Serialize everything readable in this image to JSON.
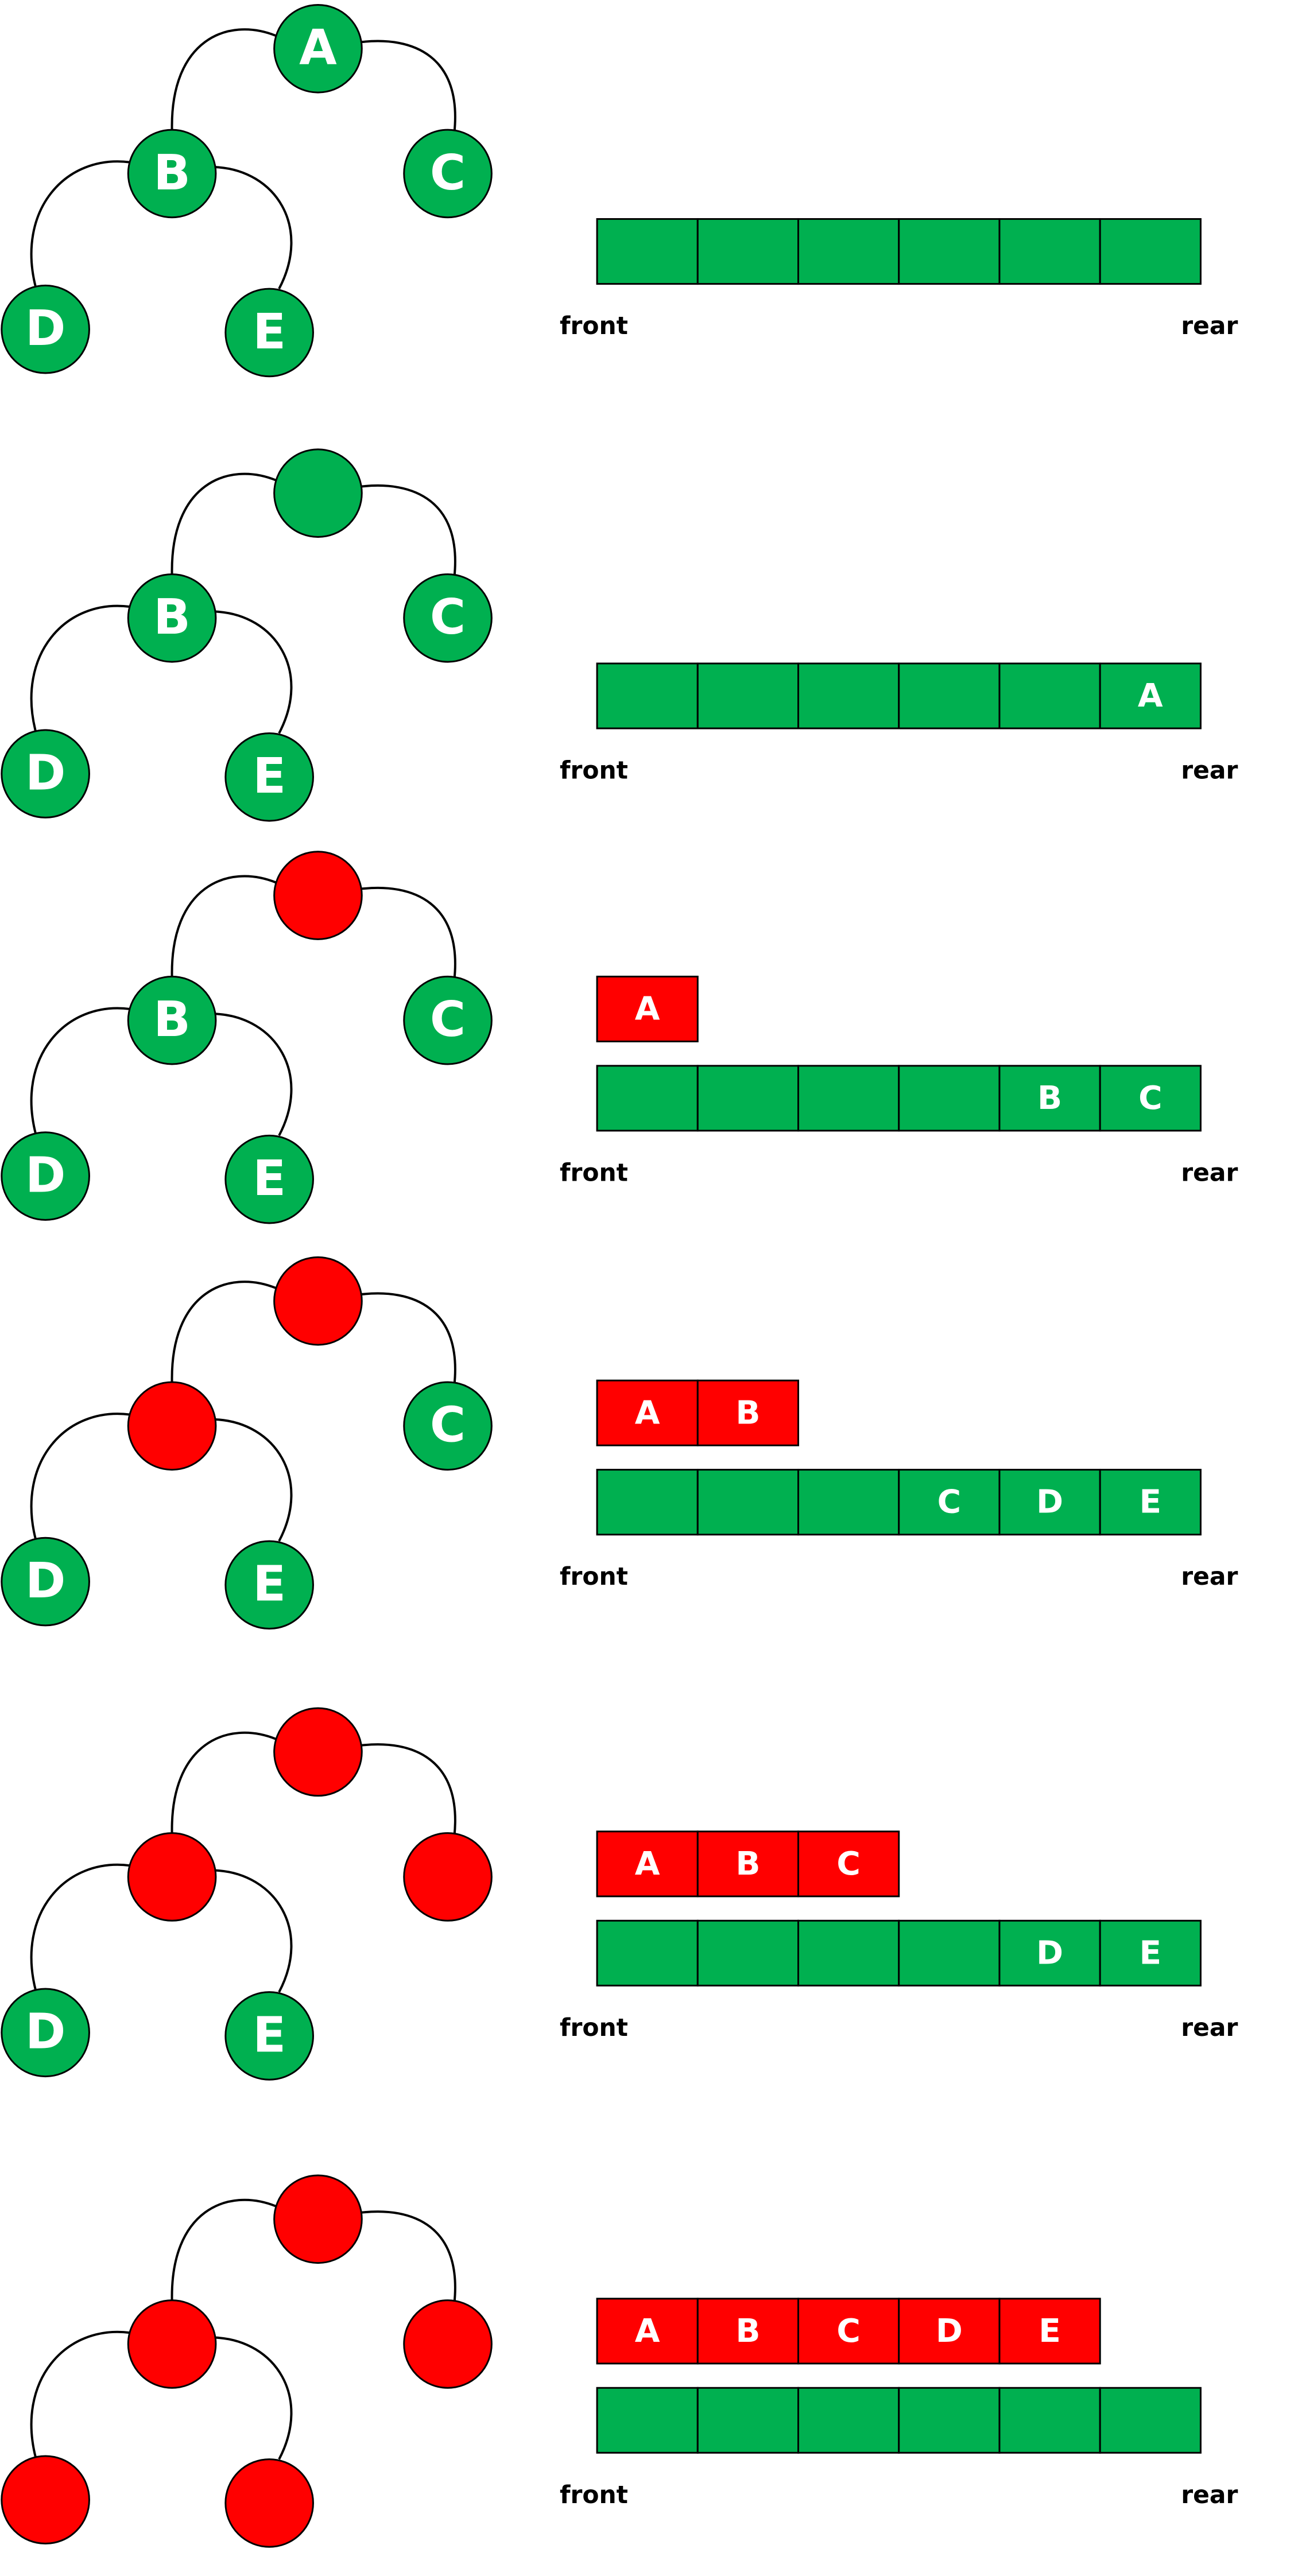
{
  "colors": {
    "unvisited": "#00b050",
    "visited": "#ff0000",
    "edge": "#000000",
    "text": "#ffffff",
    "label": "#000000"
  },
  "labels": {
    "front": "front",
    "rear": "rear"
  },
  "panels": [
    {
      "nodes": {
        "A": {
          "label": "A",
          "state": "unvisited"
        },
        "B": {
          "label": "B",
          "state": "unvisited"
        },
        "C": {
          "label": "C",
          "state": "unvisited"
        },
        "D": {
          "label": "D",
          "state": "unvisited"
        },
        "E": {
          "label": "E",
          "state": "unvisited"
        }
      },
      "visited_output": [],
      "queue": [
        "",
        "",
        "",
        "",
        "",
        ""
      ]
    },
    {
      "nodes": {
        "A": {
          "label": "",
          "state": "unvisited"
        },
        "B": {
          "label": "B",
          "state": "unvisited"
        },
        "C": {
          "label": "C",
          "state": "unvisited"
        },
        "D": {
          "label": "D",
          "state": "unvisited"
        },
        "E": {
          "label": "E",
          "state": "unvisited"
        }
      },
      "visited_output": [],
      "queue": [
        "",
        "",
        "",
        "",
        "",
        "A"
      ]
    },
    {
      "nodes": {
        "A": {
          "label": "",
          "state": "visited"
        },
        "B": {
          "label": "B",
          "state": "unvisited"
        },
        "C": {
          "label": "C",
          "state": "unvisited"
        },
        "D": {
          "label": "D",
          "state": "unvisited"
        },
        "E": {
          "label": "E",
          "state": "unvisited"
        }
      },
      "visited_output": [
        "A"
      ],
      "queue": [
        "",
        "",
        "",
        "",
        "B",
        "C"
      ]
    },
    {
      "nodes": {
        "A": {
          "label": "",
          "state": "visited"
        },
        "B": {
          "label": "",
          "state": "visited"
        },
        "C": {
          "label": "C",
          "state": "unvisited"
        },
        "D": {
          "label": "D",
          "state": "unvisited"
        },
        "E": {
          "label": "E",
          "state": "unvisited"
        }
      },
      "visited_output": [
        "A",
        "B"
      ],
      "queue": [
        "",
        "",
        "",
        "C",
        "D",
        "E"
      ]
    },
    {
      "nodes": {
        "A": {
          "label": "",
          "state": "visited"
        },
        "B": {
          "label": "",
          "state": "visited"
        },
        "C": {
          "label": "",
          "state": "visited"
        },
        "D": {
          "label": "D",
          "state": "unvisited"
        },
        "E": {
          "label": "E",
          "state": "unvisited"
        }
      },
      "visited_output": [
        "A",
        "B",
        "C"
      ],
      "queue": [
        "",
        "",
        "",
        "",
        "D",
        "E"
      ]
    },
    {
      "nodes": {
        "A": {
          "label": "",
          "state": "visited"
        },
        "B": {
          "label": "",
          "state": "visited"
        },
        "C": {
          "label": "",
          "state": "visited"
        },
        "D": {
          "label": "",
          "state": "visited"
        },
        "E": {
          "label": "",
          "state": "visited"
        }
      },
      "visited_output": [
        "A",
        "B",
        "C",
        "D",
        "E"
      ],
      "queue": [
        "",
        "",
        "",
        "",
        "",
        ""
      ]
    }
  ]
}
